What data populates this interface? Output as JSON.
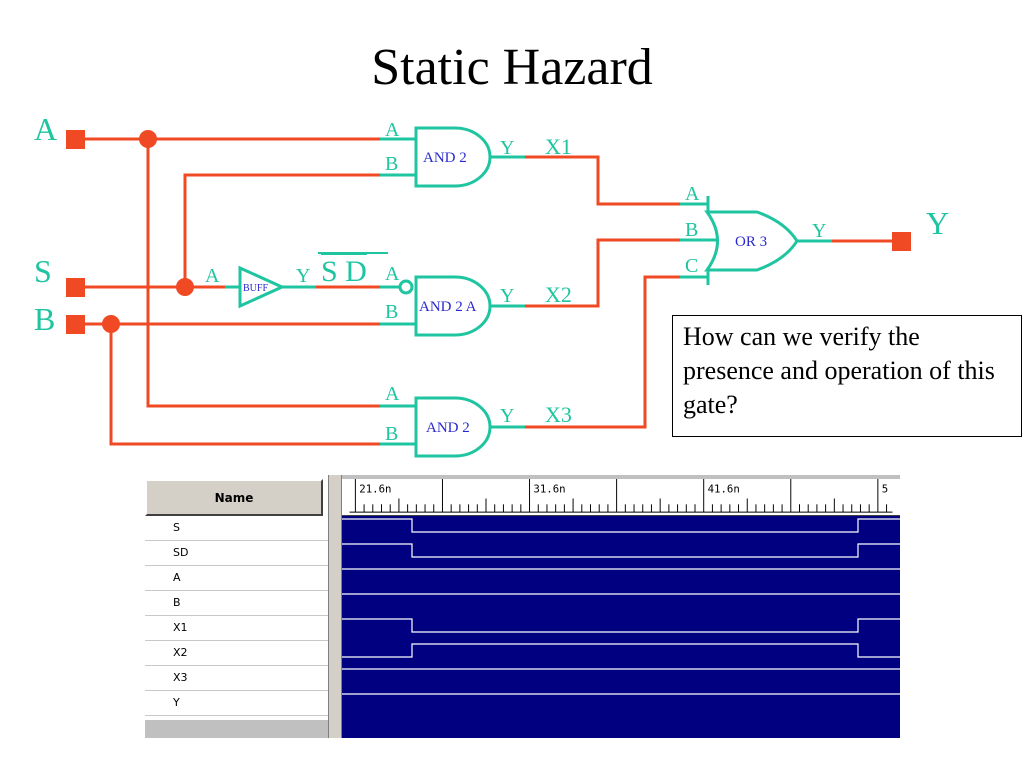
{
  "slide": {
    "title": "Static Hazard",
    "question": "How can we verify the presence and operation of this gate?"
  },
  "circuit": {
    "inputs": [
      "A",
      "S",
      "B"
    ],
    "output": "Y",
    "gates": {
      "and_top": {
        "label": "AND 2",
        "pins": [
          "A",
          "B",
          "Y"
        ]
      },
      "and_mid": {
        "label": "AND 2 A",
        "pins": [
          "A",
          "B",
          "Y"
        ]
      },
      "and_bot": {
        "label": "AND 2",
        "pins": [
          "A",
          "B",
          "Y"
        ]
      },
      "buffer": {
        "label": "BUFF",
        "pins": [
          "A",
          "Y"
        ]
      },
      "or3": {
        "label": "OR 3",
        "pins": [
          "A",
          "B",
          "C",
          "Y"
        ]
      }
    },
    "nets": {
      "x1": "X1",
      "x2": "X2",
      "x3": "X3",
      "sd": "S D"
    },
    "colors": {
      "wire": "#ef4a24",
      "gate": "#1fc4a0",
      "gate_label": "#2a2ad0"
    }
  },
  "waveform": {
    "name_header": "Name",
    "ruler_labels": [
      "21.6n",
      "31.6n",
      "41.6n",
      "5"
    ],
    "signals": [
      {
        "name": "S",
        "shape": "high-low-high"
      },
      {
        "name": "SD",
        "shape": "high-low-high"
      },
      {
        "name": "A",
        "shape": "high"
      },
      {
        "name": "B",
        "shape": "high"
      },
      {
        "name": "X1",
        "shape": "high-low-high"
      },
      {
        "name": "X2",
        "shape": "low-high-low"
      },
      {
        "name": "X3",
        "shape": "high"
      },
      {
        "name": "Y",
        "shape": "high"
      }
    ],
    "colors": {
      "background": "#000080",
      "trace": "#ffffff"
    }
  }
}
